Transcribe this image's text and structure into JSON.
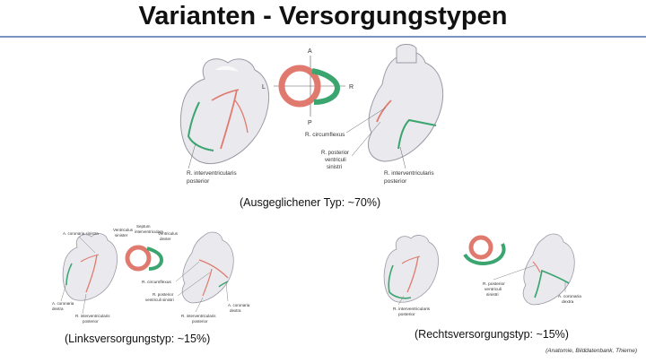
{
  "title": "Varianten - Versorgungstypen",
  "top_figure": {
    "orient_a": "A",
    "orient_p": "P",
    "orient_l": "L",
    "orient_r": "R",
    "label_circumflexus": "R. circumflexus",
    "label_posterior_ventriculi_1": "R. posterior",
    "label_posterior_ventriculi_2": "ventriculi",
    "label_posterior_ventriculi_3": "sinistri",
    "label_interventricularis_left_1": "R. interventricularis",
    "label_interventricularis_left_2": "posterior",
    "label_interventricularis_right_1": "R. interventricularis",
    "label_interventricularis_right_2": "posterior",
    "caption": "(Ausgeglichener Typ: ~70%)"
  },
  "left_figure": {
    "label_coronaria_sinistra": "A. coronaria sinistra",
    "label_coronaria_dextra_1": "A. coronaria",
    "label_coronaria_dextra_2": "dextra",
    "label_interventricularis_1": "R. interventricularis",
    "label_interventricularis_2": "posterior",
    "label_ventriculus_sinister_1": "Ventriculus",
    "label_ventriculus_sinister_2": "sinister",
    "label_septum_1": "Septum",
    "label_septum_2": "interventriculare",
    "label_ventriculus_dexter_1": "Ventriculus",
    "label_ventriculus_dexter_2": "dexter",
    "label_circumflexus": "R. circumflexus",
    "label_posterior_1": "R. posterior",
    "label_posterior_2": "ventriculi sinistri",
    "label_coronaria_dextra_r_1": "A. coronaria",
    "label_coronaria_dextra_r_2": "dextra",
    "label_interventricularis_r_1": "R. interventricularis",
    "label_interventricularis_r_2": "posterior",
    "caption": "(Linksversorgungstyp: ~15%)"
  },
  "right_figure": {
    "label_interventricularis_1": "R. interventricularis",
    "label_interventricularis_2": "posterior",
    "label_posterior_1": "R. posterior",
    "label_posterior_2": "ventriculi",
    "label_posterior_3": "sinistri",
    "label_coronaria_dextra_1": "A. coronaria",
    "label_coronaria_dextra_2": "dextra",
    "caption": "(Rechtsversorgungstyp: ~15%)"
  },
  "credit": "(Anatomie, Bilddatenbank, Thieme)",
  "colors": {
    "left_coronary": "#e07a6e",
    "right_coronary": "#3aa56f",
    "heart_fill": "#e9e9ee",
    "heart_stroke": "#9a9aa6",
    "title_rule": "#7a93c0"
  }
}
